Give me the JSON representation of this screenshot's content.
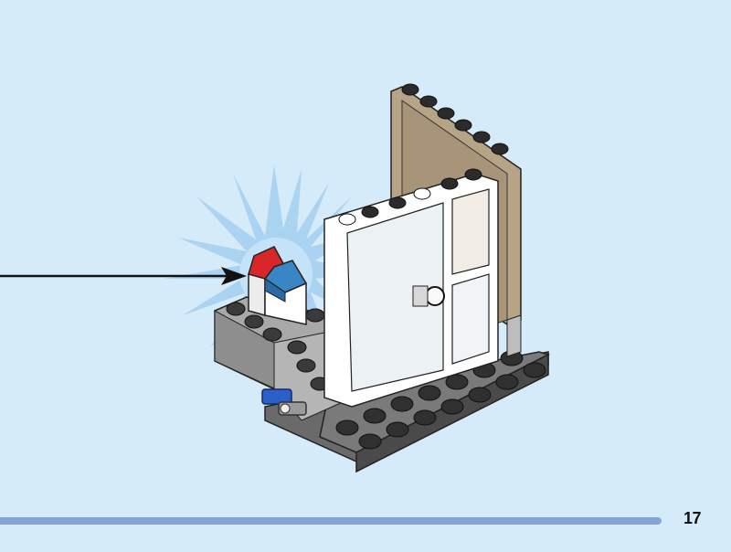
{
  "page": {
    "type": "building-instructions",
    "page_number": "17",
    "progress_fraction": 0.905
  },
  "step": {
    "callout": "arrow-pointing-to-new-parts",
    "highlight_effect": "starburst",
    "new_parts": [
      {
        "name": "red-slope-brick",
        "color": "#d8262a"
      },
      {
        "name": "blue-slope-brick",
        "color": "#3a86c4"
      },
      {
        "name": "white-brick-1x1",
        "color": "#ffffff"
      }
    ]
  },
  "model": {
    "base_plate_color": "#5c5c5c",
    "wall_color": "#b7a487",
    "door_frame_color": "#ffffff",
    "gray_brick_color": "#9e9e9e",
    "stud_color": "#2b2b2b",
    "technic_pin_color": "#2c5fc9"
  },
  "colors": {
    "background": "#d5ebfa",
    "progress_bar": "#84a5d6",
    "burst": "#8dc2ea"
  }
}
